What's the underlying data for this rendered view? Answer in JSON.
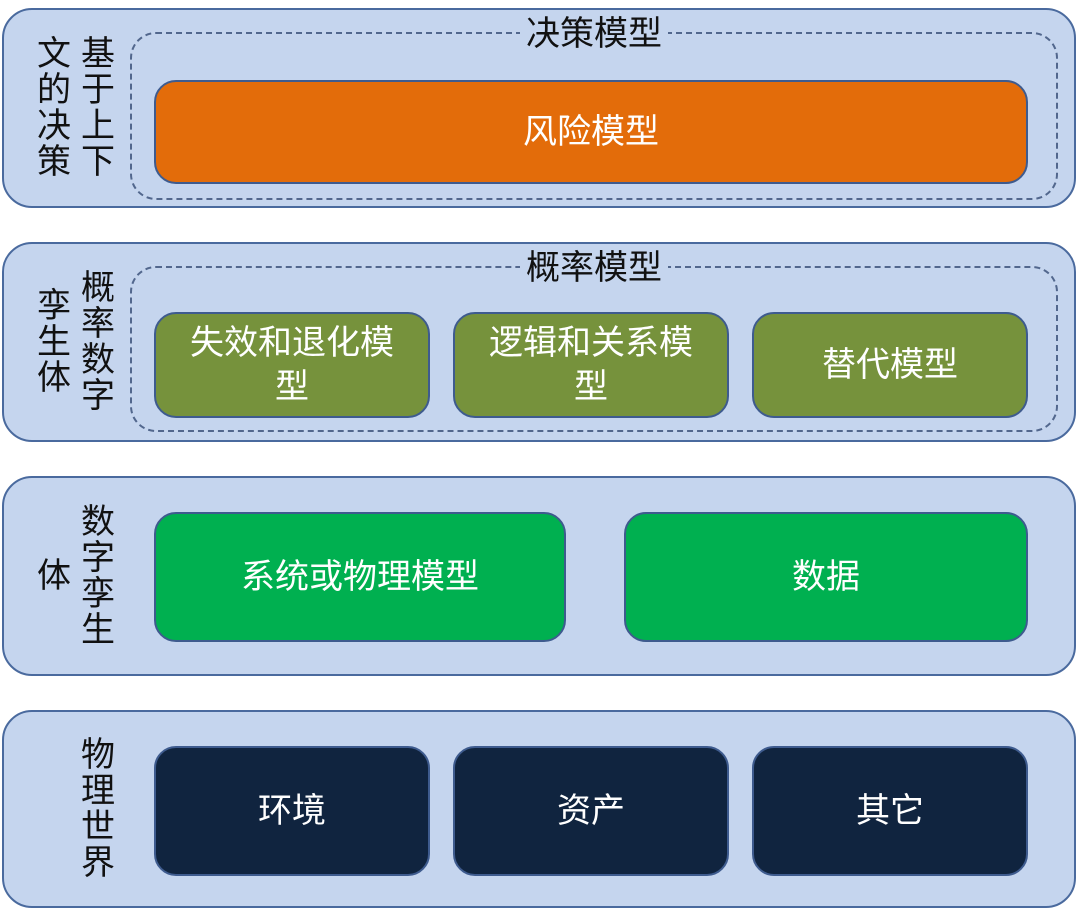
{
  "layers": [
    {
      "id": "decision",
      "side_label_columns": [
        "基于上下",
        "文的决策"
      ],
      "group_title": "决策模型",
      "boxes": [
        {
          "label": "风险模型",
          "color": "#e36c0a"
        }
      ]
    },
    {
      "id": "probabilistic-twin",
      "side_label_columns": [
        "概率数字",
        "孪生体"
      ],
      "group_title": "概率模型",
      "boxes": [
        {
          "label": "失效和退化模型",
          "color": "#76923c"
        },
        {
          "label": "逻辑和关系模型",
          "color": "#76923c"
        },
        {
          "label": "替代模型",
          "color": "#76923c"
        }
      ]
    },
    {
      "id": "digital-twin",
      "side_label_columns": [
        "数字孪生",
        "体"
      ],
      "boxes": [
        {
          "label": "系统或物理模型",
          "color": "#00b050"
        },
        {
          "label": "数据",
          "color": "#00b050"
        }
      ]
    },
    {
      "id": "physical-world",
      "side_label_columns": [
        "物理世界"
      ],
      "boxes": [
        {
          "label": "环境",
          "color": "#10243f"
        },
        {
          "label": "资产",
          "color": "#10243f"
        },
        {
          "label": "其它",
          "color": "#10243f"
        }
      ]
    }
  ]
}
